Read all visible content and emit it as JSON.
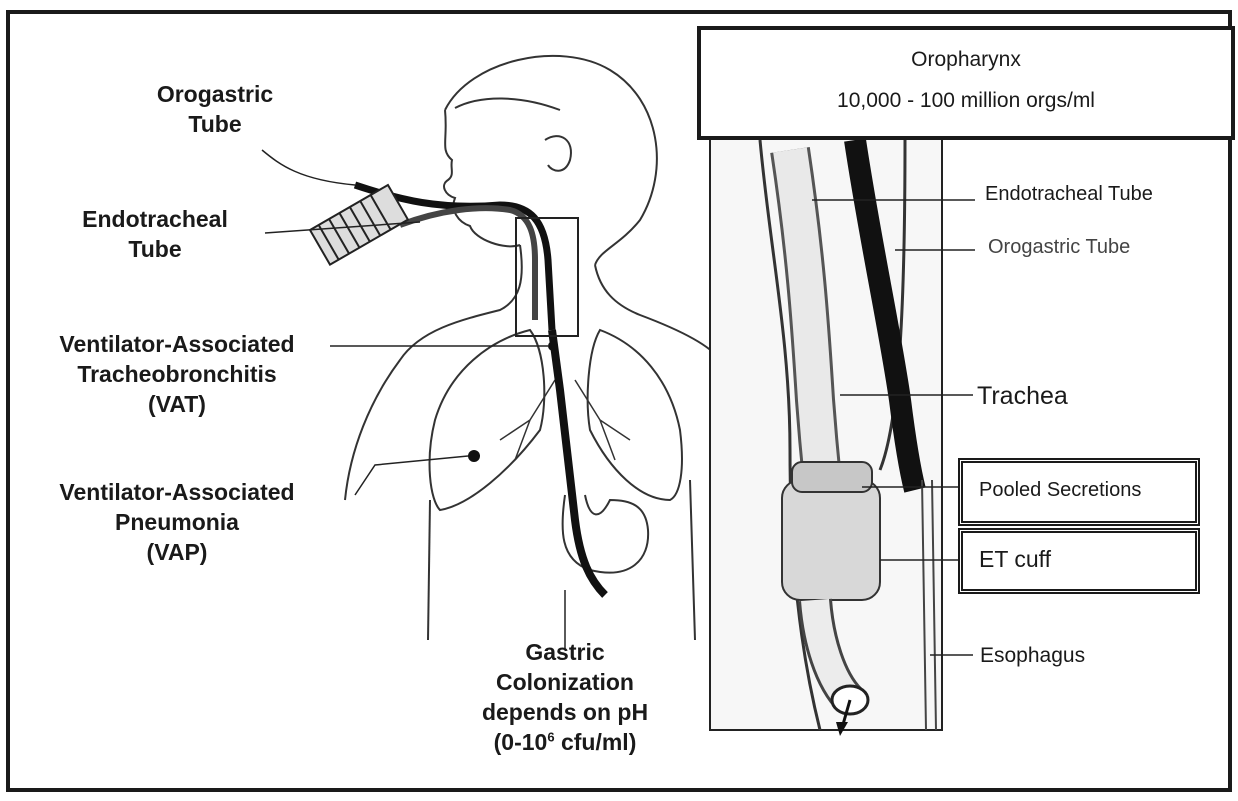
{
  "left_labels": {
    "orogastric": [
      "Orogastric",
      "Tube"
    ],
    "endotracheal": [
      "Endotracheal",
      "Tube"
    ],
    "vat": [
      "Ventilator-Associated",
      "Tracheobronchitis",
      "(VAT)"
    ],
    "vap": [
      "Ventilator-Associated",
      "Pneumonia",
      "(VAP)"
    ],
    "gastric": [
      "Gastric",
      "Colonization",
      "depends on pH"
    ],
    "gastric_cfu": {
      "prefix": "(0-10",
      "exponent": "6",
      "suffix": " cfu/ml)"
    }
  },
  "right_panel": {
    "oropharynx_title": "Oropharynx",
    "oropharynx_count": "10,000 - 100 million orgs/ml",
    "endotracheal_tube": "Endotracheal Tube",
    "orogastric_tube": "Orogastric Tube",
    "trachea": "Trachea",
    "pooled_secretions": "Pooled Secretions",
    "et_cuff": "ET cuff",
    "esophagus": "Esophagus"
  }
}
